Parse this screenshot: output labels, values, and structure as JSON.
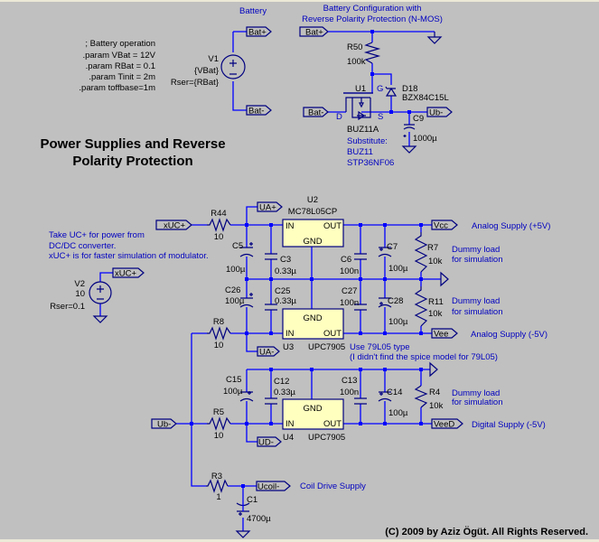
{
  "title": {
    "line1": "Power Supplies and Reverse",
    "line2": "Polarity Protection"
  },
  "copyright": "(C) 2009 by Aziz Ögüt. All Rights Reserved.",
  "params": [
    "; Battery operation",
    ".param VBat =  12V",
    ".param RBat = 0.1",
    ".param Tinit = 2m",
    ".param toffbase=1m"
  ],
  "battery": {
    "label": "Battery",
    "ref": "V1",
    "value": "{VBat}",
    "rser": "Rser={RBat}",
    "flag_plus": "Bat+",
    "flag_minus": "Bat-"
  },
  "protection": {
    "title_line1": "Battery Configuration with",
    "title_line2": "Reverse Polarity Protection (N-MOS)",
    "flag_in_plus": "Bat+",
    "flag_in_minus": "Bat-",
    "flag_out": "Ub-",
    "r50": {
      "ref": "R50",
      "value": "100k"
    },
    "d18": {
      "ref": "D18",
      "value": "BZX84C15L"
    },
    "u1": {
      "ref": "U1",
      "value": "BUZ11A",
      "pin_g": "G",
      "pin_d": "D",
      "pin_s": "S"
    },
    "c9": {
      "ref": "C9",
      "value": "1000µ"
    },
    "substitute": [
      "Substitute:",
      "BUZ11",
      "STP36NF06"
    ]
  },
  "notes": {
    "uc": [
      "Take UC+ for power from",
      "DC/DC converter.",
      "xUC+ is for faster simulation of modulator."
    ],
    "u79": [
      "Use 79L05 type",
      "(I didn't find the spice model for 79L05)"
    ],
    "dummy": [
      "Dummy load",
      "for simulation"
    ],
    "analog_pos": "Analog Supply (+5V)",
    "analog_neg": "Analog Supply (-5V)",
    "digital_neg": "Digital Supply (-5V)",
    "coil": "Coil Drive Supply"
  },
  "v2": {
    "ref": "V2",
    "value": "10",
    "rser": "Rser=0.1",
    "flag": "xUC+"
  },
  "flags": {
    "xuc_in": "xUC+",
    "ua_plus": "UA+",
    "ua_minus": "UA-",
    "ud_minus": "UD-",
    "ub_minus": "Ub-",
    "vcc": "Vcc",
    "vee": "Vee",
    "veed": "VeeD",
    "ucoil": "Ucoil-"
  },
  "regulators": {
    "u2": {
      "ref": "U2",
      "part": "MC78L05CP",
      "in": "IN",
      "out": "OUT",
      "gnd": "GND"
    },
    "u3": {
      "ref": "U3",
      "part": "UPC7905",
      "in": "IN",
      "out": "OUT",
      "gnd": "GND"
    },
    "u4": {
      "ref": "U4",
      "part": "UPC7905",
      "in": "IN",
      "out": "OUT",
      "gnd": "GND"
    }
  },
  "resistors": {
    "r44": {
      "ref": "R44",
      "value": "10"
    },
    "r8": {
      "ref": "R8",
      "value": "10"
    },
    "r5": {
      "ref": "R5",
      "value": "10"
    },
    "r3": {
      "ref": "R3",
      "value": "1"
    },
    "r7": {
      "ref": "R7",
      "value": "10k"
    },
    "r11": {
      "ref": "R11",
      "value": "10k"
    },
    "r4": {
      "ref": "R4",
      "value": "10k"
    }
  },
  "capacitors": {
    "c5": {
      "ref": "C5",
      "value": "100µ"
    },
    "c3": {
      "ref": "C3",
      "value": "0.33µ"
    },
    "c26": {
      "ref": "C26",
      "value": "100µ"
    },
    "c25": {
      "ref": "C25",
      "value": "0.33µ"
    },
    "c6": {
      "ref": "C6",
      "value": "100n"
    },
    "c7": {
      "ref": "C7",
      "value": "100µ"
    },
    "c27": {
      "ref": "C27",
      "value": "100n"
    },
    "c28": {
      "ref": "C28",
      "value": "100µ"
    },
    "c15": {
      "ref": "C15",
      "value": "100µ"
    },
    "c12": {
      "ref": "C12",
      "value": "0.33µ"
    },
    "c13": {
      "ref": "C13",
      "value": "100n"
    },
    "c14": {
      "ref": "C14",
      "value": "100µ"
    },
    "c1": {
      "ref": "C1",
      "value": "4700µ"
    }
  }
}
